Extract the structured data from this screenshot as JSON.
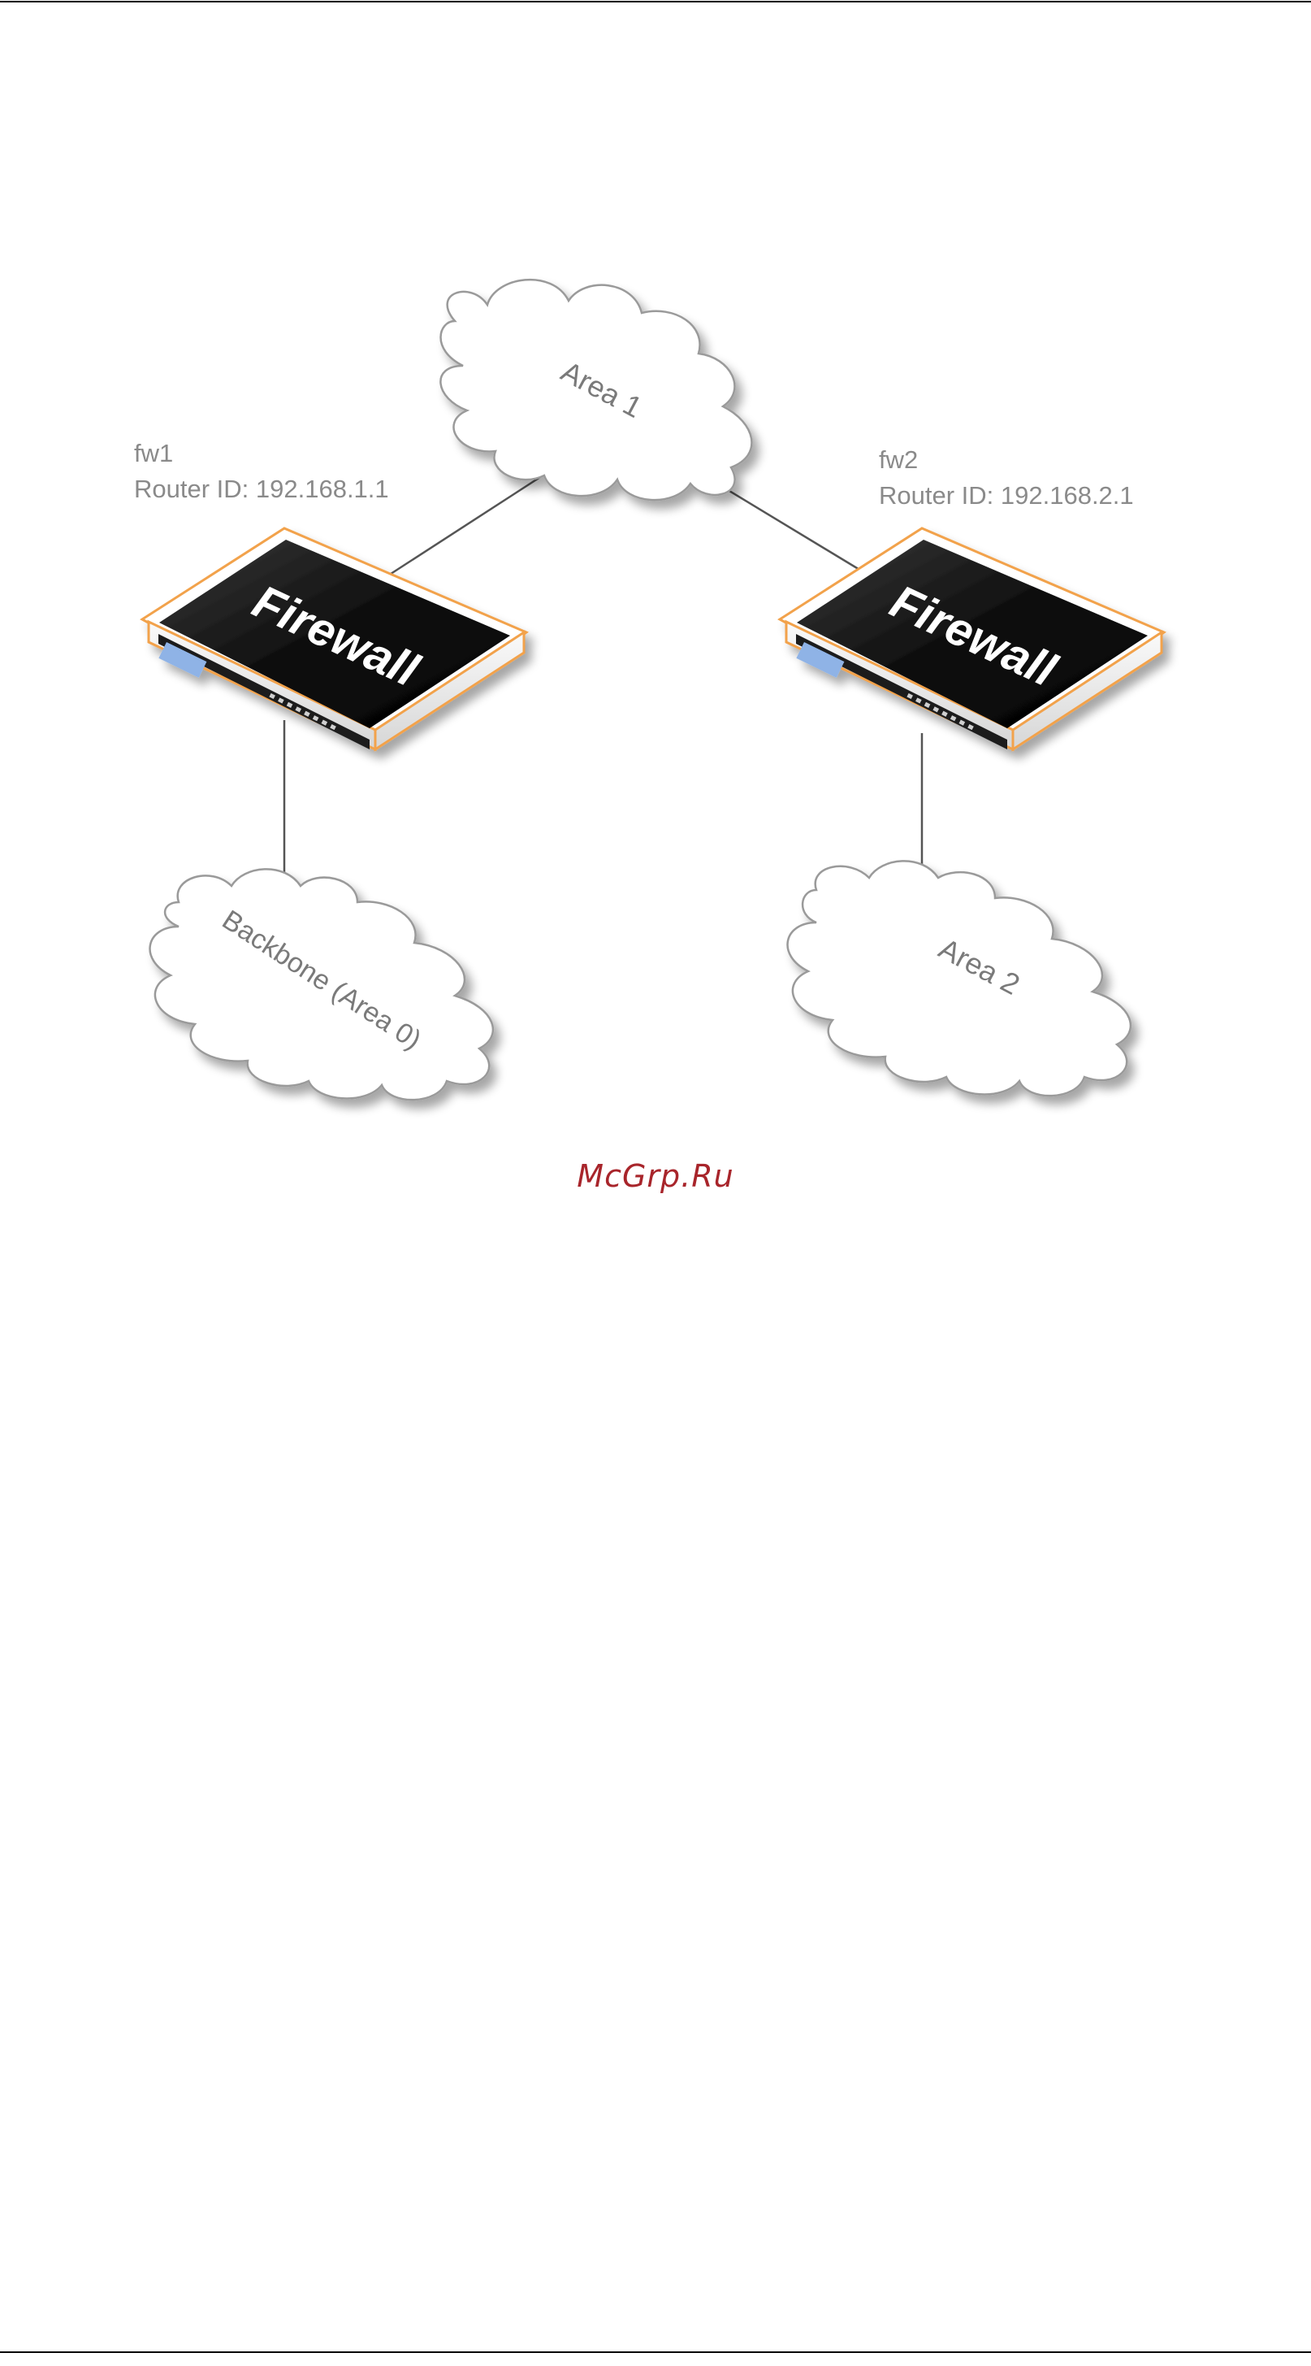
{
  "diagram": {
    "clouds": {
      "area1": "Area 1",
      "backbone": "Backbone (Area 0)",
      "area2": "Area 2"
    },
    "routers": [
      {
        "name": "fw1",
        "router_id": "Router ID: 192.168.1.1",
        "label": "Firewall"
      },
      {
        "name": "fw2",
        "router_id": "Router ID: 192.168.2.1",
        "label": "Firewall"
      }
    ],
    "colors": {
      "accent_outline": "#f2a24b",
      "device_body": "#111111",
      "cloud_stroke": "#9a9a9a",
      "link": "#555555"
    }
  },
  "footer": {
    "watermark": "McGrp.Ru"
  }
}
